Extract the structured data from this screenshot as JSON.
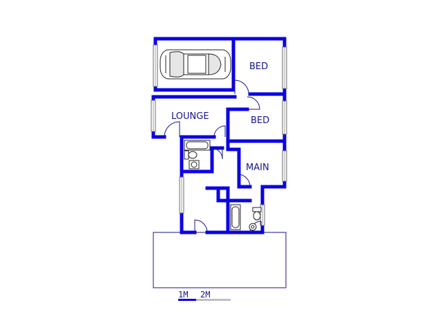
{
  "rooms": {
    "bed_1": "BED",
    "bed_2": "BED",
    "lounge": "LOUNGE",
    "main": "MAIN"
  },
  "scale_bar": {
    "label_1": "1M",
    "label_2": "2M"
  },
  "colors": {
    "wall": "#0a00e6",
    "label": "#14148c",
    "window_frame": "#6a6a6a",
    "scale_light": "#bfbfbf"
  },
  "icons": [
    "car-icon",
    "toilet-icon",
    "basin-icon",
    "bathtub-icon",
    "door-swing-icon",
    "window-icon"
  ]
}
